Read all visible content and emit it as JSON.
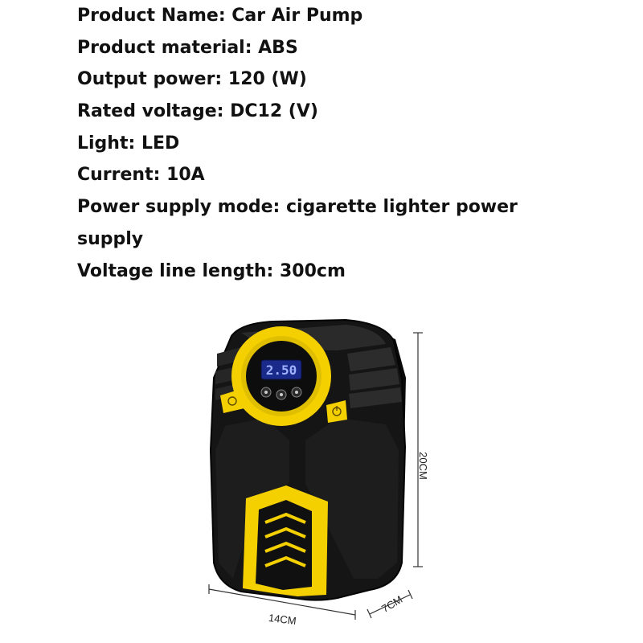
{
  "specs": [
    "Product Name: Car Air Pump",
    "Product material: ABS",
    "Output power: 120 (W)",
    "Rated voltage: DC12 (V)",
    "Light: LED",
    "Current: 10A",
    "Power supply mode: cigarette lighter power",
    "supply",
    "Voltage line length: 300cm"
  ],
  "display": {
    "reading": "2.50"
  },
  "dimensions": {
    "height": "20CM",
    "width": "14CM",
    "depth": "7CM"
  },
  "colors": {
    "body": "#141414",
    "accent": "#f5d000",
    "screen": "#1a2a8a",
    "digits": "#9fb2ff"
  }
}
